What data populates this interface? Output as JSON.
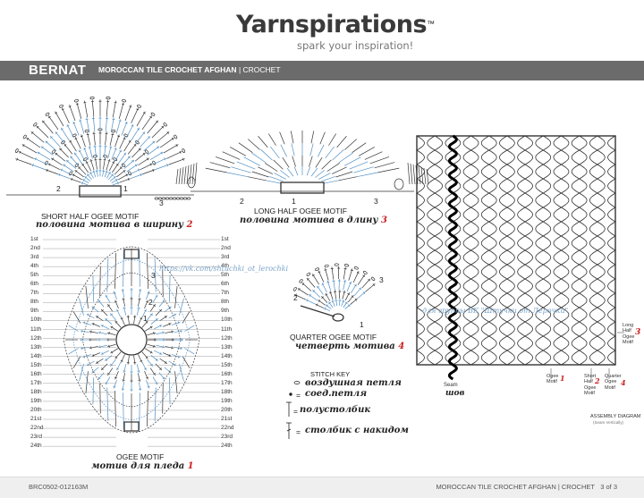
{
  "header": {
    "brand": "Yarnspirations",
    "tm": "™",
    "tagline": "spark your inspiration!",
    "bar_brand": "BERNAT",
    "bar_title": "MOROCCAN TILE CROCHET AFGHAN",
    "bar_sep": " | ",
    "bar_type": "CROCHET"
  },
  "motifs": {
    "short_half": {
      "title": "SHORT HALF OGEE MOTIF",
      "ru": "половина мотива в ширину",
      "num": "2"
    },
    "long_half": {
      "title": "LONG HALF OGEE MOTIF",
      "ru": "половина мотива в длину",
      "num": "3"
    },
    "quarter": {
      "title": "QUARTER OGEE MOTIF",
      "ru": "четверть мотива",
      "num": "4"
    },
    "ogee": {
      "title": "OGEE MOTIF",
      "ru": "мотив для пледа",
      "num": "1"
    }
  },
  "chart_markers": {
    "short": [
      "2",
      "1",
      "3"
    ],
    "long": [
      "2",
      "1",
      "3"
    ],
    "quarter": [
      "2",
      "1",
      "3"
    ],
    "ogee": [
      "3",
      "2",
      "1"
    ]
  },
  "rows": [
    "1st",
    "2nd",
    "3rd",
    "4th",
    "5th",
    "6th",
    "7th",
    "8th",
    "9th",
    "10th",
    "11th",
    "12th",
    "13th",
    "14th",
    "15th",
    "16th",
    "17th",
    "18th",
    "19th",
    "20th",
    "21st",
    "22nd",
    "23rd",
    "24th"
  ],
  "stitch_key": {
    "title": "STITCH KEY",
    "items": [
      {
        "symbol": "chain",
        "label": "воздушная петля"
      },
      {
        "symbol": "slip-stitch",
        "label": "соед.петля"
      },
      {
        "symbol": "half-double",
        "label": "полустолбик"
      },
      {
        "symbol": "double",
        "label": "столбик с накидом"
      }
    ],
    "eq": "="
  },
  "watermarks": {
    "vk": "https://vk.com/shtuchki_ot_lerochki",
    "group": "для группы ВК \"Штучки от Лерочки\""
  },
  "assembly": {
    "seam": "Seam",
    "seam_ru": "шов",
    "long_half_label": [
      "Long",
      "Half",
      "Ogee",
      "Motif"
    ],
    "long_half_num": "3",
    "ogee_label": [
      "Ogee",
      "Motif"
    ],
    "ogee_num": "1",
    "short_half_label": [
      "Short",
      "Half",
      "Ogee",
      "Motif"
    ],
    "short_half_num": "2",
    "quarter_label": [
      "Quarter",
      "Ogee",
      "Motif"
    ],
    "quarter_num": "4",
    "diagram_title": "ASSEMBLY DIAGRAM",
    "diagram_sub": "(Seam Vertically)"
  },
  "footer": {
    "code": "BRC0502-012163M",
    "right": "MOROCCAN TILE CROCHET AFGHAN | CROCHET",
    "page": "3 of 3"
  }
}
